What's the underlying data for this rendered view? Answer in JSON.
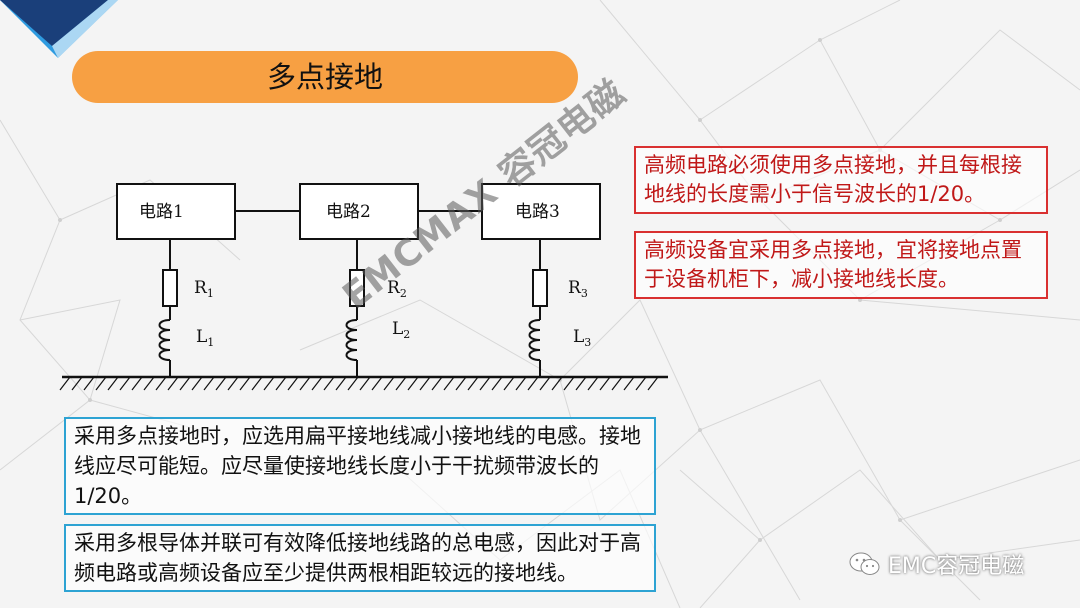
{
  "slide": {
    "title": "多点接地",
    "notes": [
      {
        "text": "高频电路必须使用多点接地，并且每根接地线的长度需小于信号波长的1/20。"
      },
      {
        "text": "高频设备宜采用多点接地，宜将接地点置于设备机柜下，减小接地线长度。"
      }
    ],
    "explanations": [
      {
        "text": "采用多点接地时，应选用扁平接地线减小接地线的电感。接地线应尽可能短。应尽量使接地线长度小于干扰频带波长的1/20。"
      },
      {
        "text": "采用多根导体并联可有效降低接地线路的总电感，因此对于高频电路或高频设备应至少提供两根相距较远的接地线。"
      }
    ]
  },
  "diagram": {
    "circuits": [
      {
        "label": "电路1",
        "r_main": "R",
        "r_sub": "1",
        "l_main": "L",
        "l_sub": "1"
      },
      {
        "label": "电路2",
        "r_main": "R",
        "r_sub": "2",
        "l_main": "L",
        "l_sub": "2"
      },
      {
        "label": "电路3",
        "r_main": "R",
        "r_sub": "3",
        "l_main": "L",
        "l_sub": "3"
      }
    ]
  },
  "watermark": "EMCMAX 容冠电磁",
  "footer": {
    "brand": "EMC容冠电磁",
    "icon": "wechat-icon"
  },
  "colors": {
    "accent_orange": "#f7a043",
    "note_red": "#d93030",
    "box_blue": "#2da3d3",
    "corner_navy": "#1a3f7a",
    "corner_blue": "#2f9be0"
  }
}
